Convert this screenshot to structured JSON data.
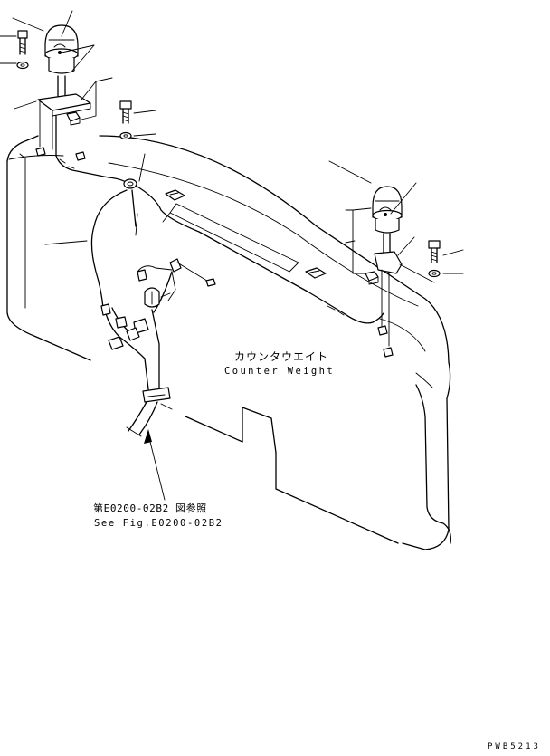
{
  "labels": {
    "counterweight_jp": "カウンタウエイト",
    "counterweight_en": "Counter Weight",
    "reference_jp": "第E0200-02B2 図参照",
    "reference_en": "See Fig.E0200-02B2",
    "drawing_code": "PWB5213"
  },
  "icons": [
    "rotating-beacon-lamp-icon",
    "bolt-icon",
    "washer-icon",
    "nut-icon",
    "bracket-icon",
    "wiring-harness-icon",
    "connector-icon"
  ]
}
